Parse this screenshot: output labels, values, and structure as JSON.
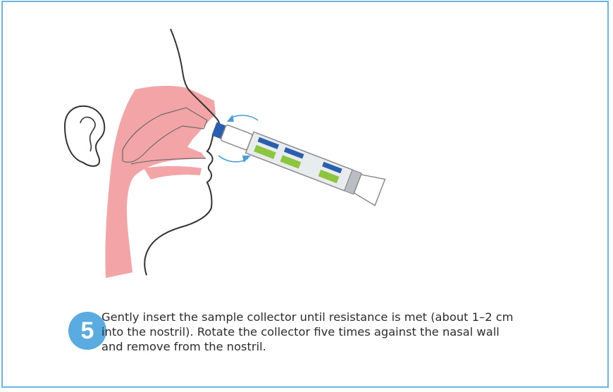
{
  "step": {
    "number": "5",
    "badge_color": "#5aace0",
    "instruction": "Gently insert the sample collector until resistance is met (about 1–2 cm\ninto the nostril). Rotate the collector five times against the nasal wall\nand remove from the nostril."
  },
  "colors": {
    "frame_border": "#6cb5e3",
    "airway": "#f2a4a6",
    "outline": "#333333",
    "collector_blue": "#2a5fb0",
    "collector_green": "#8cc63f",
    "rotation_arrows": "#4a9fd8"
  },
  "illustration": {
    "icon": "nasal-swab-insertion-illustration"
  }
}
